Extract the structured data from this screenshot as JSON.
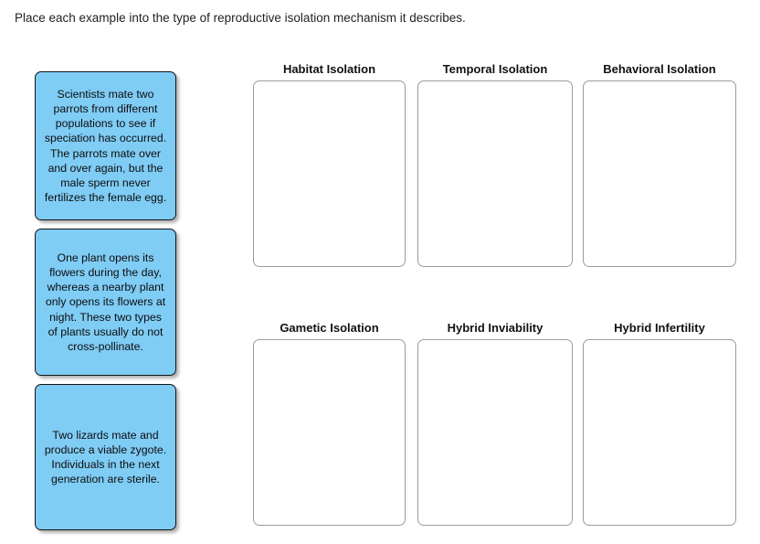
{
  "prompt": {
    "text": "Place each example into the type of reproductive isolation mechanism it describes."
  },
  "colors": {
    "card_fill": "#7fccf5",
    "card_border": "#141414",
    "zone_border": "#9c9c9c",
    "page_background": "#ffffff",
    "text": "#222222"
  },
  "cards": [
    {
      "id": "card-parrots",
      "text": "Scientists mate two parrots from different populations to see if speciation has occurred. The parrots mate over and over again, but the male sperm never fertilizes the female egg."
    },
    {
      "id": "card-plants",
      "text": "One plant opens its flowers during the day, whereas a nearby plant only opens its flowers at night. These two types of plants usually do not cross-pollinate."
    },
    {
      "id": "card-lizards",
      "text": "Two lizards mate and produce a viable zygote. Individuals in the next generation are sterile."
    }
  ],
  "dropzones": [
    {
      "id": "zone-habitat-isolation",
      "label": "Habitat Isolation",
      "row": 0,
      "col": 0,
      "contents": []
    },
    {
      "id": "zone-temporal-isolation",
      "label": "Temporal Isolation",
      "row": 0,
      "col": 1,
      "contents": []
    },
    {
      "id": "zone-behavioral-isolation",
      "label": "Behavioral Isolation",
      "row": 0,
      "col": 2,
      "contents": []
    },
    {
      "id": "zone-gametic-isolation",
      "label": "Gametic Isolation",
      "row": 1,
      "col": 0,
      "contents": []
    },
    {
      "id": "zone-hybrid-inviability",
      "label": "Hybrid Inviability",
      "row": 1,
      "col": 1,
      "contents": []
    },
    {
      "id": "zone-hybrid-infertility",
      "label": "Hybrid Infertility",
      "row": 1,
      "col": 2,
      "contents": []
    }
  ]
}
